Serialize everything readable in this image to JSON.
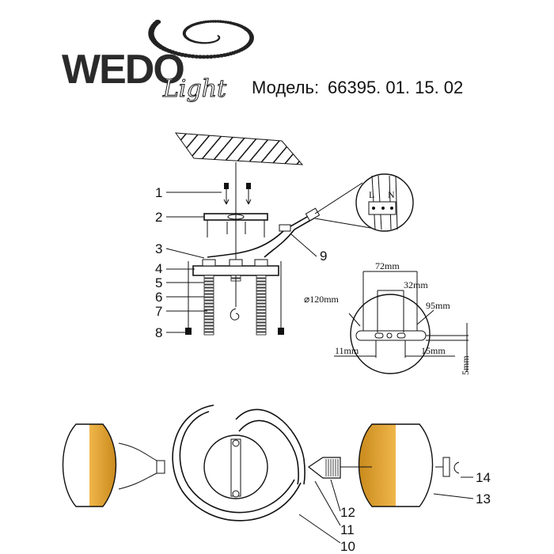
{
  "brand": {
    "name": "WEDO",
    "sub": "Light"
  },
  "model": {
    "label": "Модель:",
    "number": "66395. 01. 15. 02"
  },
  "colors": {
    "amber": "#e9a93a",
    "line": "#111111"
  },
  "callouts_top": [
    "1",
    "2",
    "3",
    "4",
    "5",
    "6",
    "7",
    "8",
    "9"
  ],
  "callouts_bottom": [
    "10",
    "11",
    "12",
    "13",
    "14"
  ],
  "wiring": {
    "l": "L",
    "n": "N"
  },
  "dimensions": {
    "diameter": "⌀120mm",
    "span72": "72mm",
    "span32": "32mm",
    "span95": "95mm",
    "span11": "11mm",
    "span15": "15mm",
    "span5": "5mm"
  }
}
